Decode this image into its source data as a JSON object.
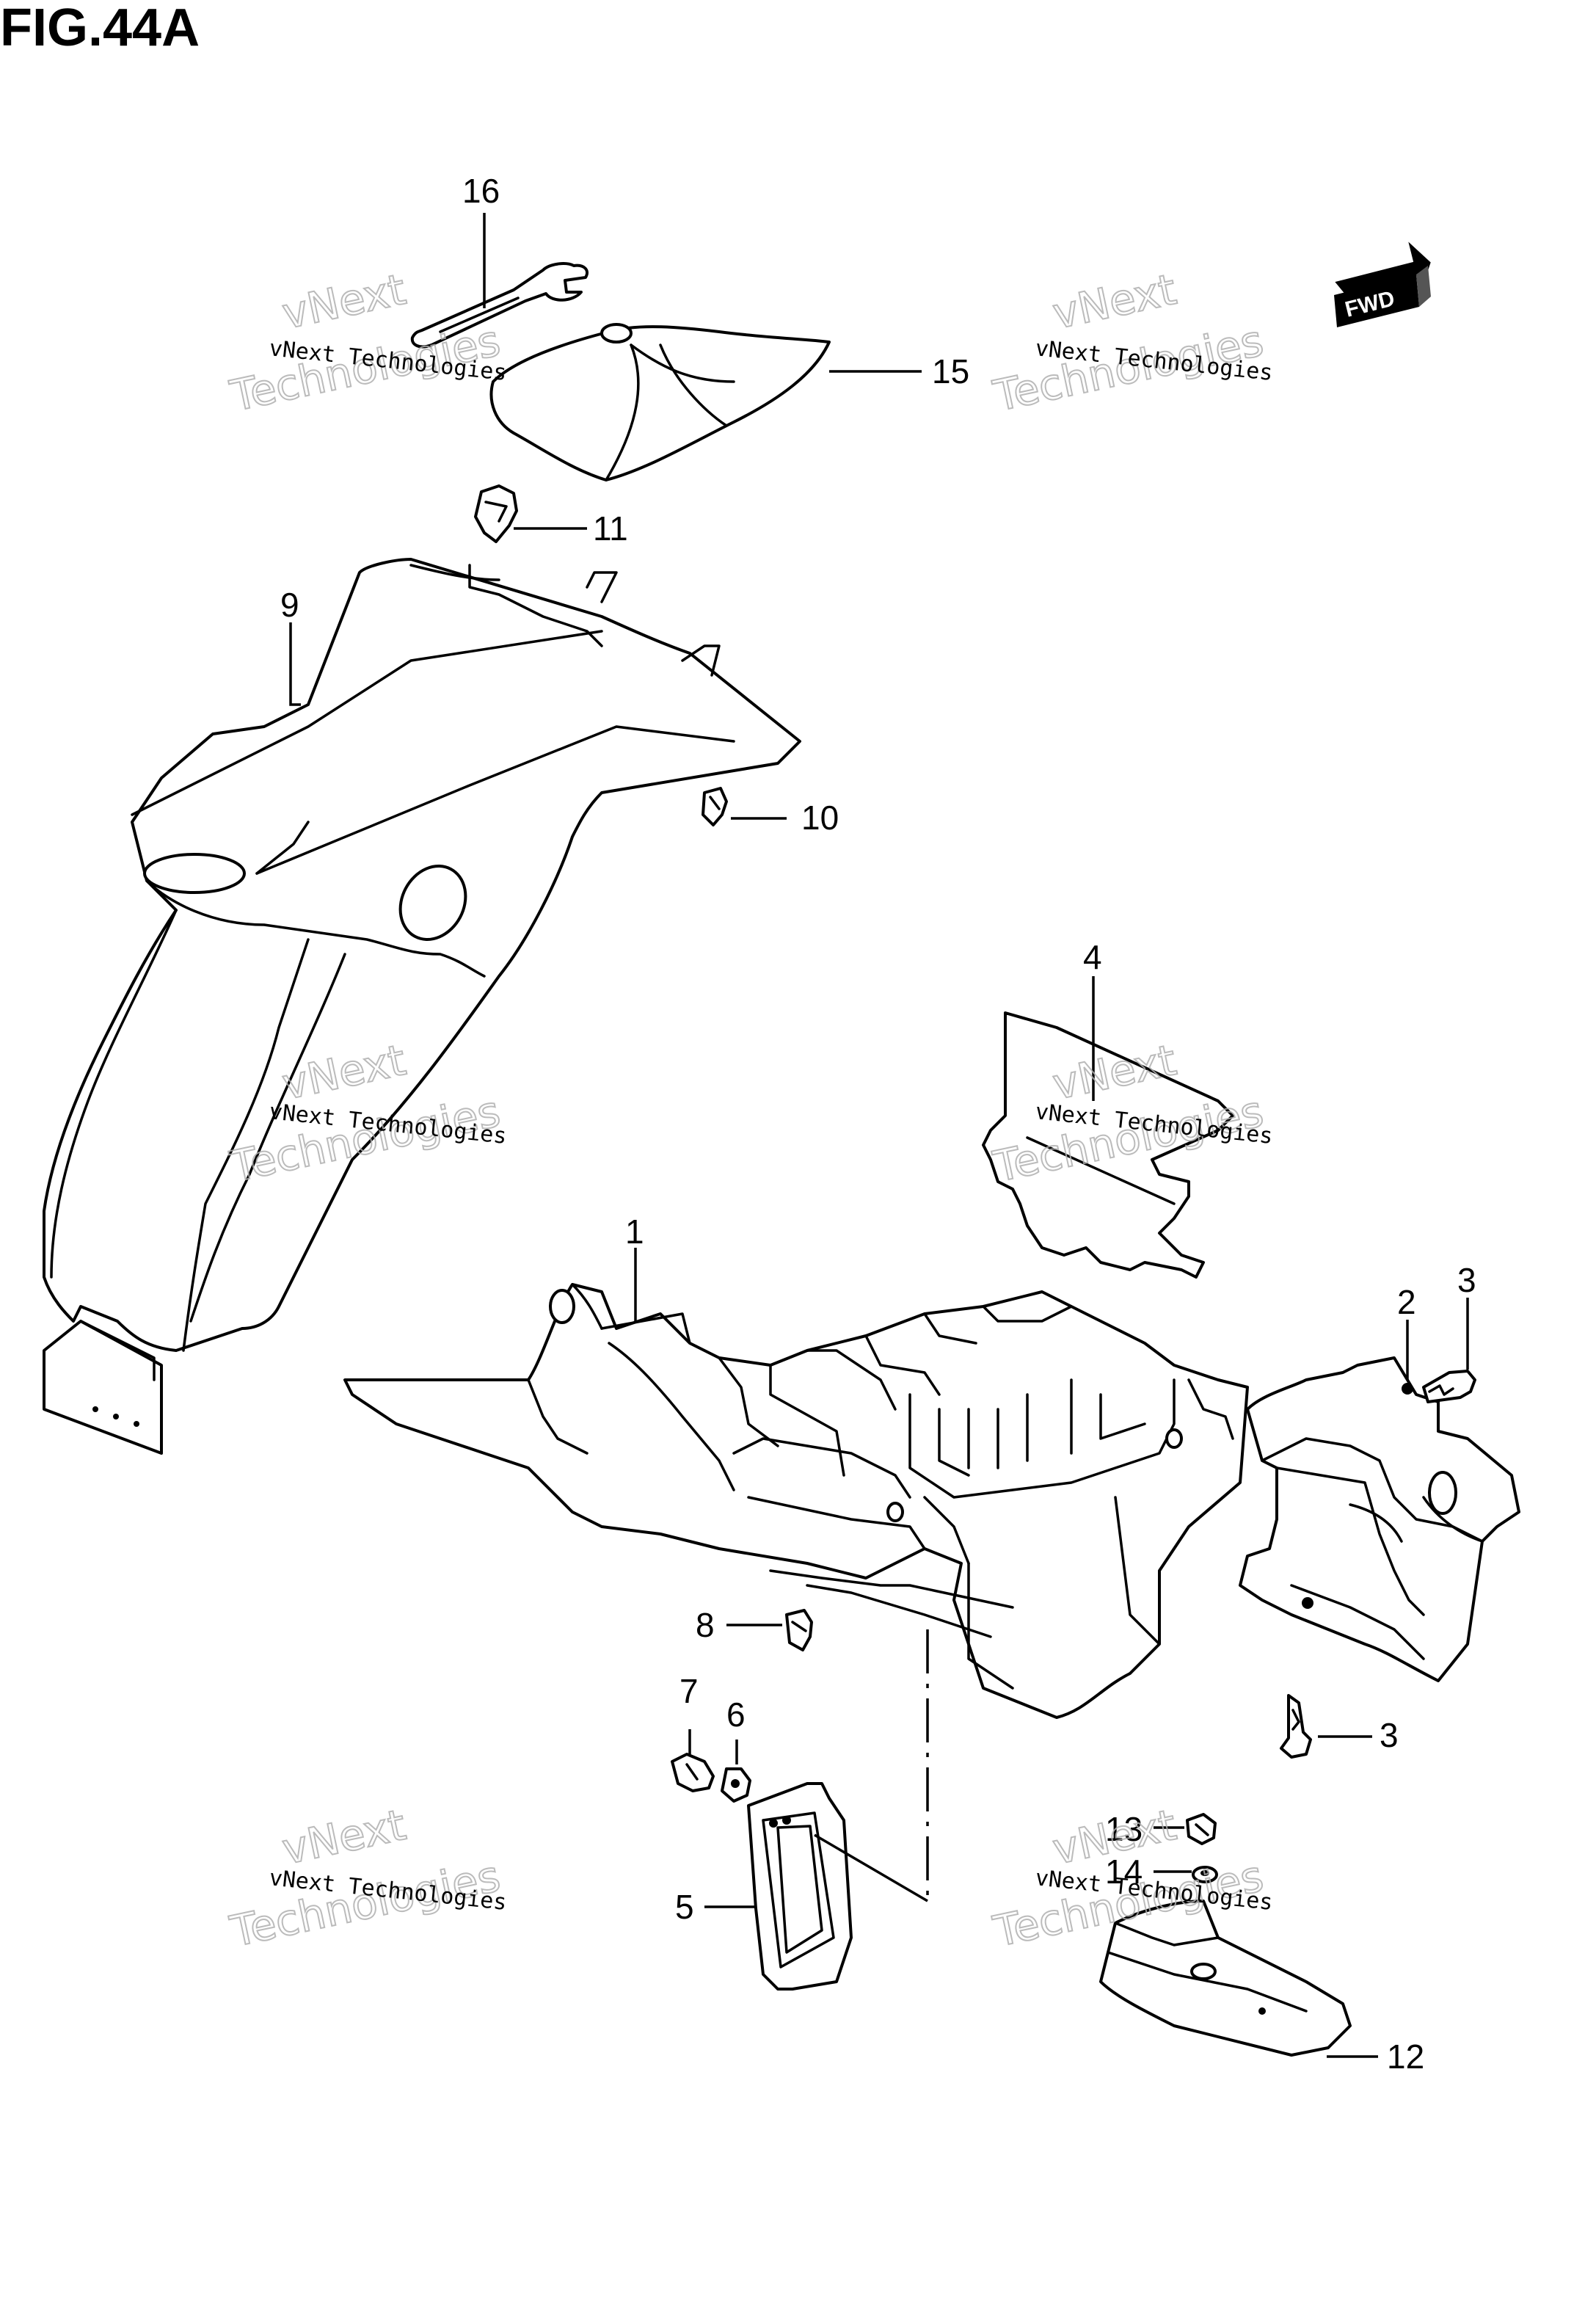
{
  "figure": {
    "title": "FIG.44A"
  },
  "direction_badge": {
    "text": "FWD"
  },
  "watermark": {
    "small": "vNext Technologies",
    "big_1": "vNext",
    "big_2": "Technologies"
  },
  "callouts": [
    "1",
    "2",
    "3",
    "3",
    "4",
    "5",
    "6",
    "7",
    "8",
    "9",
    "10",
    "11",
    "12",
    "13",
    "14",
    "15",
    "16"
  ]
}
